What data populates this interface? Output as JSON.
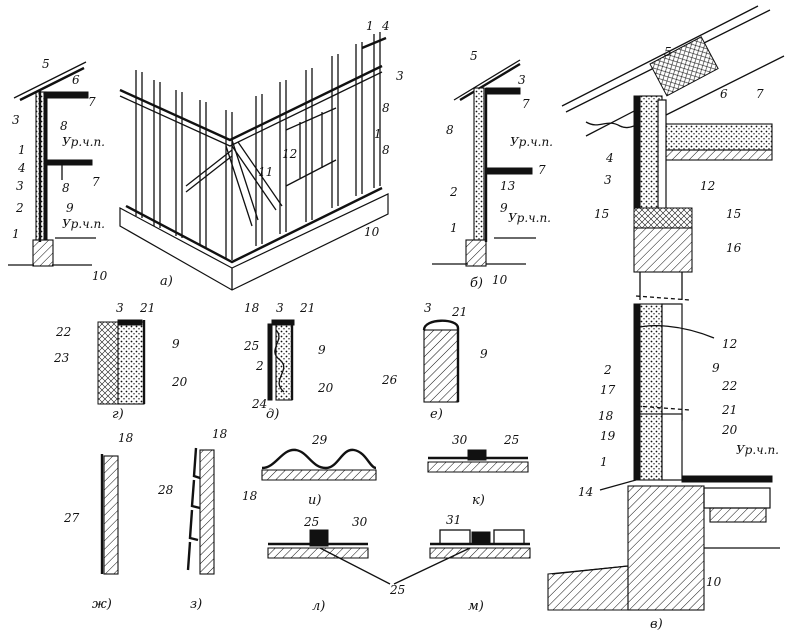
{
  "figure_captions": {
    "a": "а)",
    "b": "б)",
    "v": "в)",
    "g": "г)",
    "d": "д)",
    "e": "е)",
    "zh": "ж)",
    "z": "з)",
    "i": "и)",
    "k": "к)",
    "l": "л)",
    "m": "м)"
  },
  "ground_level": "Ур.ч.п.",
  "callouts": {
    "a": [
      "5",
      "6",
      "7",
      "3",
      "8",
      "1",
      "4",
      "3",
      "8",
      "7",
      "2",
      "9",
      "1",
      "10"
    ],
    "frame3d": [
      "1",
      "4",
      "3",
      "8",
      "8",
      "12",
      "11",
      "1",
      "10"
    ],
    "b": [
      "5",
      "3",
      "7",
      "8",
      "13",
      "7",
      "2",
      "9",
      "1",
      "10"
    ],
    "g": [
      "3",
      "21",
      "22",
      "9",
      "23",
      "20"
    ],
    "d": [
      "18",
      "3",
      "21",
      "25",
      "9",
      "2",
      "20",
      "24"
    ],
    "e": [
      "3",
      "21",
      "9",
      "26"
    ],
    "zh": [
      "18",
      "27"
    ],
    "z": [
      "18",
      "28"
    ],
    "i": [
      "29",
      "18"
    ],
    "k": [
      "30",
      "25"
    ],
    "l": [
      "25",
      "30",
      "25"
    ],
    "m": [
      "31"
    ],
    "v": [
      "5",
      "6",
      "7",
      "4",
      "3",
      "12",
      "15",
      "15",
      "16",
      "12",
      "9",
      "2",
      "22",
      "17",
      "18",
      "21",
      "19",
      "20",
      "1",
      "14",
      "10"
    ]
  }
}
